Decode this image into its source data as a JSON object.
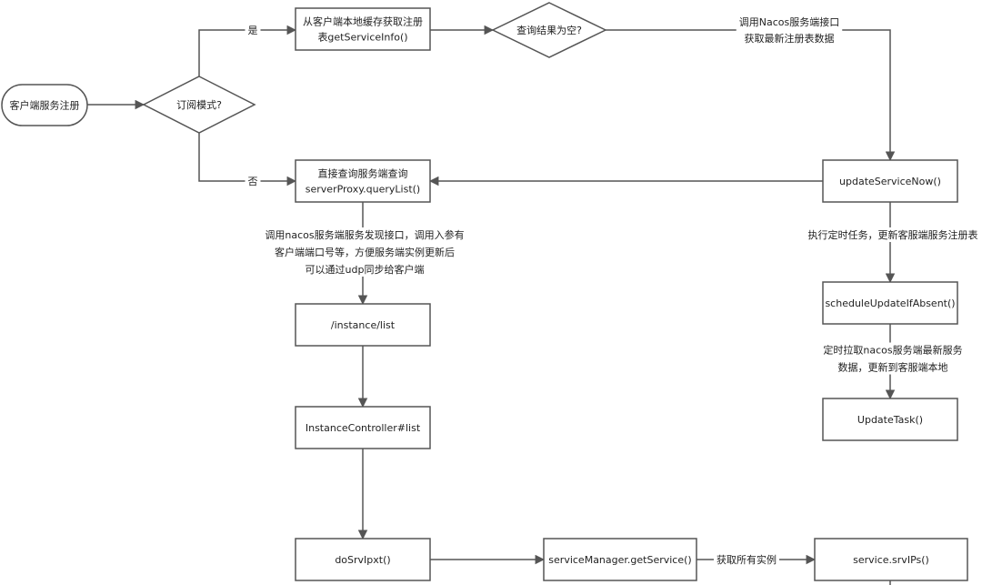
{
  "nodes": {
    "start": [
      "客户端服务注册"
    ],
    "subscribe_decision": [
      "订阅模式?"
    ],
    "local_cache": [
      "从客户端本地缓存获取注册",
      "表getServiceInfo()"
    ],
    "result_empty": [
      "查询结果为空?"
    ],
    "query_server": [
      "直接查询服务端查询",
      "serverProxy.queryList()"
    ],
    "update_now": [
      "updateServiceNow()"
    ],
    "schedule_update": [
      "scheduleUpdateIfAbsent()"
    ],
    "update_task": [
      "UpdateTask()"
    ],
    "instance_list": [
      "/instance/list"
    ],
    "instance_controller": [
      "InstanceController#list"
    ],
    "do_srv_ipxt": [
      "doSrvIpxt()"
    ],
    "get_service": [
      "serviceManager.getService()"
    ],
    "srv_ips": [
      "service.srvIPs()"
    ]
  },
  "edge_labels": {
    "yes": [
      "是"
    ],
    "no": [
      "否"
    ],
    "call_nacos": [
      "调用Nacos服务端接口",
      "获取最新注册表数据"
    ],
    "call_discovery": [
      "调用nacos服务端服务发现接口，调用入参有",
      "客户端端口号等，方便服务端实例更新后",
      "可以通过udp同步给客户端"
    ],
    "scheduled_task": [
      "执行定时任务，更新客服端服务注册表"
    ],
    "pull_data": [
      "定时拉取nacos服务端最新服务",
      "数据，更新到客服端本地"
    ],
    "get_all": [
      "获取所有实例"
    ]
  }
}
